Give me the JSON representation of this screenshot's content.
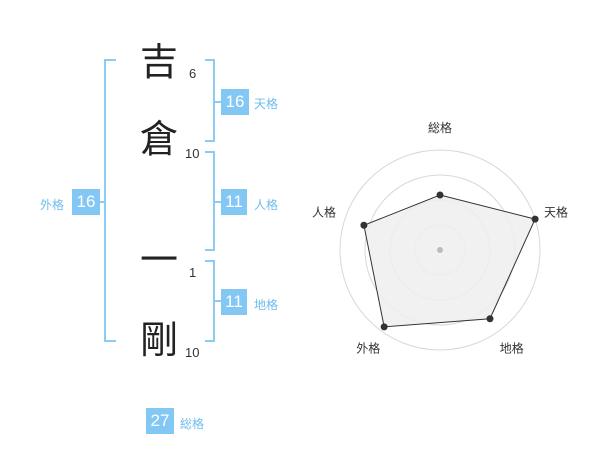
{
  "name": {
    "characters": [
      {
        "char": "吉",
        "strokes": "6"
      },
      {
        "char": "倉",
        "strokes": "10"
      },
      {
        "char": "一",
        "strokes": "1"
      },
      {
        "char": "剛",
        "strokes": "10"
      }
    ]
  },
  "fortunes": {
    "tenkaku": {
      "label": "天格",
      "value": "16"
    },
    "jinkaku": {
      "label": "人格",
      "value": "11"
    },
    "chikaku": {
      "label": "地格",
      "value": "11"
    },
    "gaikaku": {
      "label": "外格",
      "value": "16"
    },
    "soukaku": {
      "label": "総格",
      "value": "27"
    }
  },
  "colors": {
    "accent": "#83c8f5",
    "bracket": "#8ccbf3",
    "radar_fill": "#efefef"
  },
  "chart_data": {
    "type": "radar",
    "axes": [
      "総格",
      "天格",
      "地格",
      "外格",
      "人格"
    ],
    "values": [
      0.55,
      1.0,
      0.85,
      0.95,
      0.8
    ],
    "rings": 4,
    "range": [
      0,
      1
    ]
  }
}
